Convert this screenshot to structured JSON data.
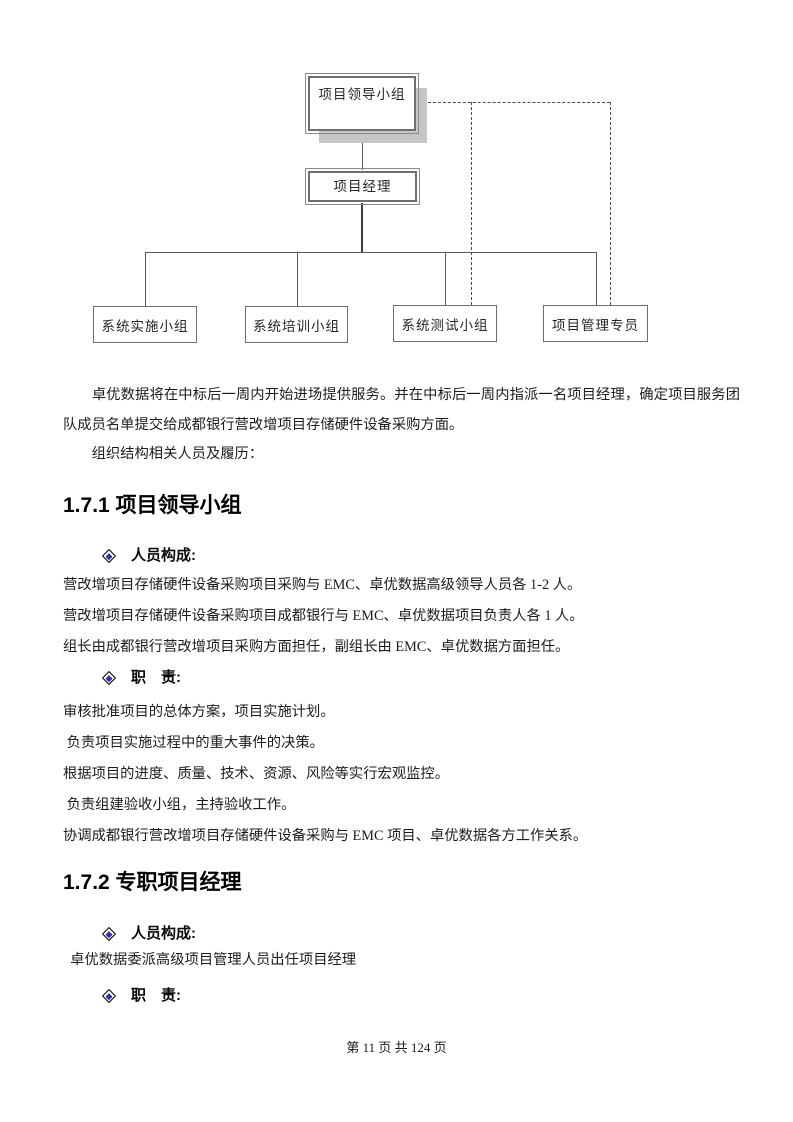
{
  "org_chart": {
    "nodes": {
      "leadership": {
        "label": "项目领导小组"
      },
      "pm": {
        "label": "项目经理"
      },
      "impl": {
        "label": "系统实施小组"
      },
      "training": {
        "label": "系统培训小组"
      },
      "testing": {
        "label": "系统测试小组"
      },
      "pmo": {
        "label": "项目管理专员"
      }
    }
  },
  "paragraphs": {
    "p1": "　　卓优数据将在中标后一周内开始进场提供服务。并在中标后一周内指派一名项目经理，确定项目服务团队成员名单提交给成都银行营改增项目存储硬件设备采购方面。",
    "p2": "　　组织结构相关人员及履历："
  },
  "section1": {
    "heading": "1.7.1 项目领导小组",
    "bullet1": "人员构成:",
    "composition": [
      "营改增项目存储硬件设备采购项目采购与 EMC、卓优数据高级领导人员各 1-2 人。",
      "营改增项目存储硬件设备采购项目成都银行与 EMC、卓优数据项目负责人各 1 人。",
      "组长由成都银行营改增项目采购方面担任，副组长由 EMC、卓优数据方面担任。"
    ],
    "bullet2": "职　责:",
    "duties": [
      "审核批准项目的总体方案，项目实施计划。",
      " 负责项目实施过程中的重大事件的决策。",
      "根据项目的进度、质量、技术、资源、风险等实行宏观监控。",
      " 负责组建验收小组，主持验收工作。",
      "协调成都银行营改增项目存储硬件设备采购与 EMC 项目、卓优数据各方工作关系。"
    ]
  },
  "section2": {
    "heading": "1.7.2 专职项目经理",
    "bullet1": "人员构成:",
    "composition": [
      "  卓优数据委派高级项目管理人员出任项目经理"
    ],
    "bullet2": "职　责:"
  },
  "footer": {
    "page_label": "第 11 页 共 124 页"
  },
  "colors": {
    "bullet_diamond": "#3531a8",
    "box_border": "#707070",
    "box_shadow": "#c6c6c6",
    "line": "#595959",
    "text": "#1c1c1c"
  }
}
